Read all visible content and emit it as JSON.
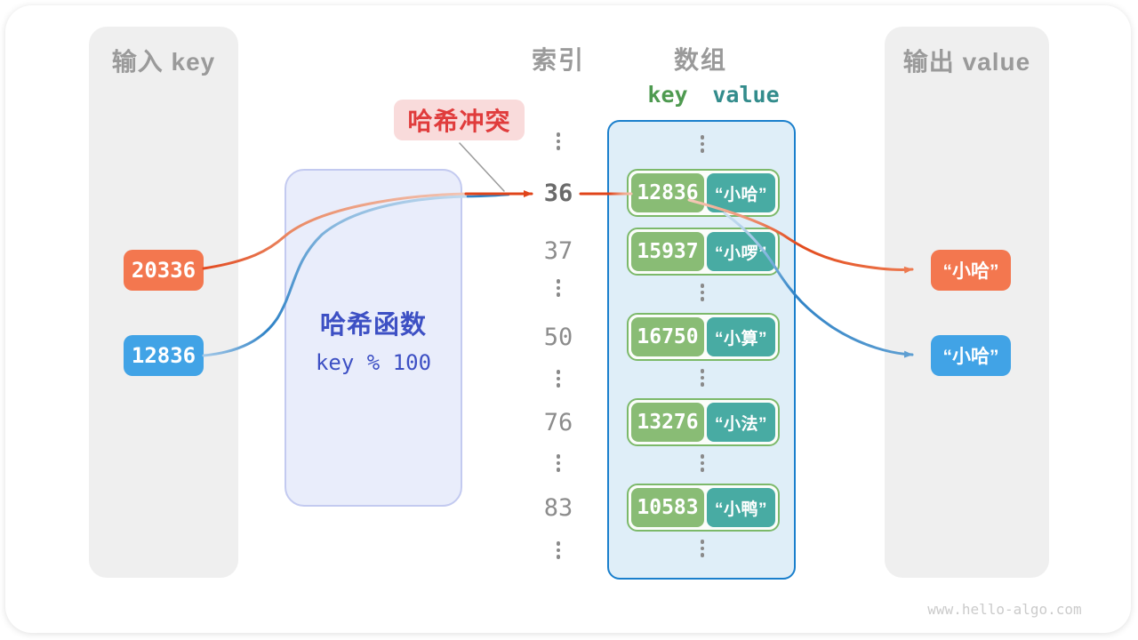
{
  "watermark": "www.hello-algo.com",
  "collision_label": "哈希冲突",
  "input_column": {
    "title": "输入 key",
    "items": [
      {
        "value": "20336",
        "color": "orange"
      },
      {
        "value": "12836",
        "color": "blue"
      }
    ]
  },
  "output_column": {
    "title": "输出 value",
    "items": [
      {
        "value": "“小哈”",
        "color": "orange"
      },
      {
        "value": "“小哈”",
        "color": "blue"
      }
    ]
  },
  "hash_box": {
    "title": "哈希函数",
    "formula": "key % 100"
  },
  "index_column": {
    "title": "索引",
    "values": [
      "36",
      "37",
      "50",
      "76",
      "83"
    ],
    "highlighted": "36"
  },
  "array_column": {
    "title": "数组",
    "key_header": "key",
    "value_header": "value",
    "pairs": [
      {
        "key": "12836",
        "value": "“小哈”"
      },
      {
        "key": "15937",
        "value": "“小啰”"
      },
      {
        "key": "16750",
        "value": "“小算”"
      },
      {
        "key": "13276",
        "value": "“小法”"
      },
      {
        "key": "10583",
        "value": "“小鸭”"
      }
    ]
  },
  "colors": {
    "orange_chip": "#F3774F",
    "blue_chip": "#41A3E6",
    "key_green": "#89BC75",
    "value_teal": "#48ABA3",
    "array_border": "#1A7FCC",
    "array_fill": "#DFEEF8",
    "hash_fill": "#E9EDFB",
    "hash_text": "#3D50C4",
    "collision_red": "#E03C3C",
    "collision_bg": "#F9DBDB",
    "gray_column": "#EFEFEF",
    "arrow_orange": "#E0441A",
    "arrow_blue": "#2E82C6"
  }
}
